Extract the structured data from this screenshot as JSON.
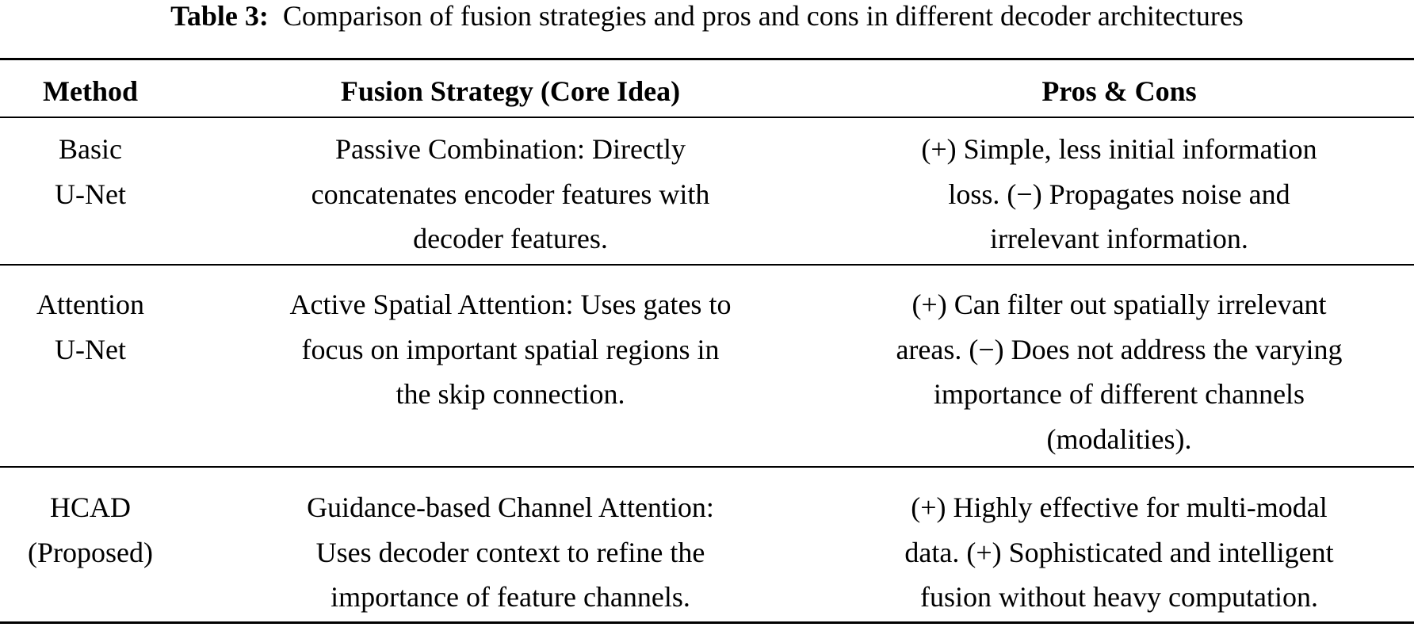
{
  "caption": {
    "label": "Table 3:",
    "text": "Comparison of fusion strategies and pros and cons in different decoder architectures"
  },
  "table": {
    "headers": {
      "method": "Method",
      "fusion": "Fusion Strategy (Core Idea)",
      "pros": "Pros & Cons"
    },
    "rows": [
      {
        "method": "Basic\nU-Net",
        "fusion": "Passive Combination: Directly\nconcatenates encoder features with\ndecoder features.",
        "pros": "(+) Simple, less initial information\nloss. (−) Propagates noise and\nirrelevant information."
      },
      {
        "method": "Attention\nU-Net",
        "fusion": "Active Spatial Attention: Uses gates to\nfocus on important spatial regions in\nthe skip connection.",
        "pros": "(+) Can filter out spatially irrelevant\nareas. (−) Does not address the varying\nimportance of different channels\n(modalities)."
      },
      {
        "method": "HCAD\n(Proposed)",
        "fusion": "Guidance-based Channel Attention:\nUses decoder context to refine the\nimportance of feature channels.",
        "pros": "(+) Highly effective for multi-modal\ndata. (+) Sophisticated and intelligent\nfusion without heavy computation."
      }
    ]
  }
}
